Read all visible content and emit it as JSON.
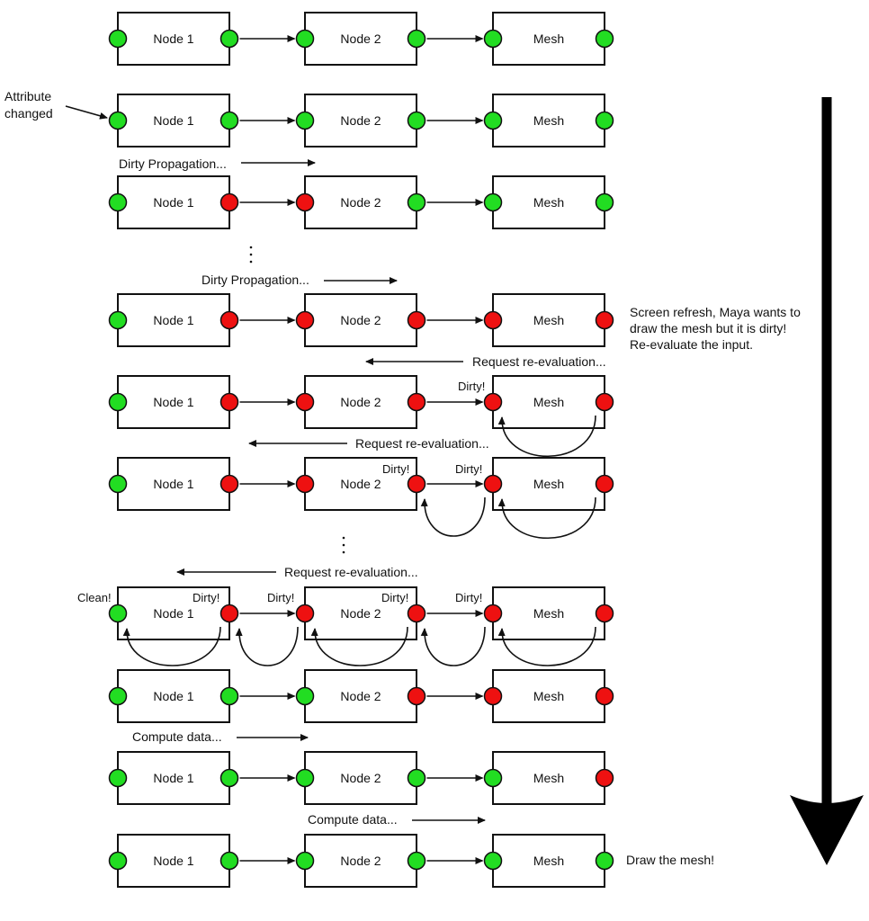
{
  "colors": {
    "clean": "#22dd22",
    "dirty": "#ee1111",
    "line": "#111111"
  },
  "node_labels": [
    "Node  1",
    "Node  2",
    "Mesh"
  ],
  "rows": [
    {
      "plugs": [
        "clean",
        "clean",
        "clean",
        "clean",
        "clean",
        "clean"
      ]
    },
    {
      "plugs": [
        "clean",
        "clean",
        "clean",
        "clean",
        "clean",
        "clean"
      ]
    },
    {
      "plugs": [
        "clean",
        "dirty",
        "dirty",
        "clean",
        "clean",
        "clean"
      ]
    },
    {
      "plugs": [
        "clean",
        "dirty",
        "dirty",
        "dirty",
        "dirty",
        "dirty"
      ]
    },
    {
      "plugs": [
        "clean",
        "dirty",
        "dirty",
        "dirty",
        "dirty",
        "dirty"
      ]
    },
    {
      "plugs": [
        "clean",
        "dirty",
        "dirty",
        "dirty",
        "dirty",
        "dirty"
      ]
    },
    {
      "plugs": [
        "clean",
        "dirty",
        "dirty",
        "dirty",
        "dirty",
        "dirty"
      ]
    },
    {
      "plugs": [
        "clean",
        "clean",
        "clean",
        "dirty",
        "dirty",
        "dirty"
      ]
    },
    {
      "plugs": [
        "clean",
        "clean",
        "clean",
        "clean",
        "clean",
        "dirty"
      ]
    },
    {
      "plugs": [
        "clean",
        "clean",
        "clean",
        "clean",
        "clean",
        "clean"
      ]
    }
  ],
  "annotations": {
    "attribute_changed": [
      "Attribute",
      "changed"
    ],
    "dirty_propagation_1": "Dirty Propagation...",
    "ellipsis": ":",
    "dirty_propagation_2": "Dirty Propagation...",
    "screen_refresh": [
      "Screen refresh, Maya wants to",
      "draw the mesh but it is dirty!",
      "Re-evaluate the input."
    ],
    "request_1": "Request re-evaluation...",
    "dirty_mesh_r5": "Dirty!",
    "request_2": "Request re-evaluation...",
    "dirty_node2_r6": "Dirty!",
    "dirty_mesh_r6": "Dirty!",
    "request_3": "Request re-evaluation...",
    "clean": "Clean!",
    "dirty_a": "Dirty!",
    "dirty_b": "Dirty!",
    "dirty_c": "Dirty!",
    "dirty_d": "Dirty!",
    "compute_1": "Compute data...",
    "compute_2": "Compute data...",
    "draw_mesh": "Draw the mesh!"
  }
}
